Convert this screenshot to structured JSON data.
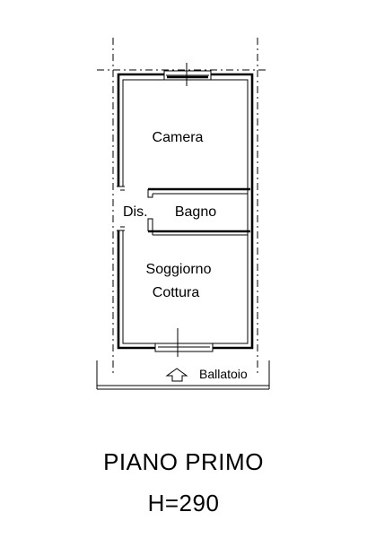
{
  "rooms": {
    "camera": "Camera",
    "bagno": "Bagno",
    "disimpegno": "Dis.",
    "soggiorno_line1": "Soggiorno",
    "soggiorno_line2": "Cottura"
  },
  "ballatoio": "Ballatoio",
  "floor_name": "PIANO PRIMO",
  "ceiling_height": "H=290"
}
